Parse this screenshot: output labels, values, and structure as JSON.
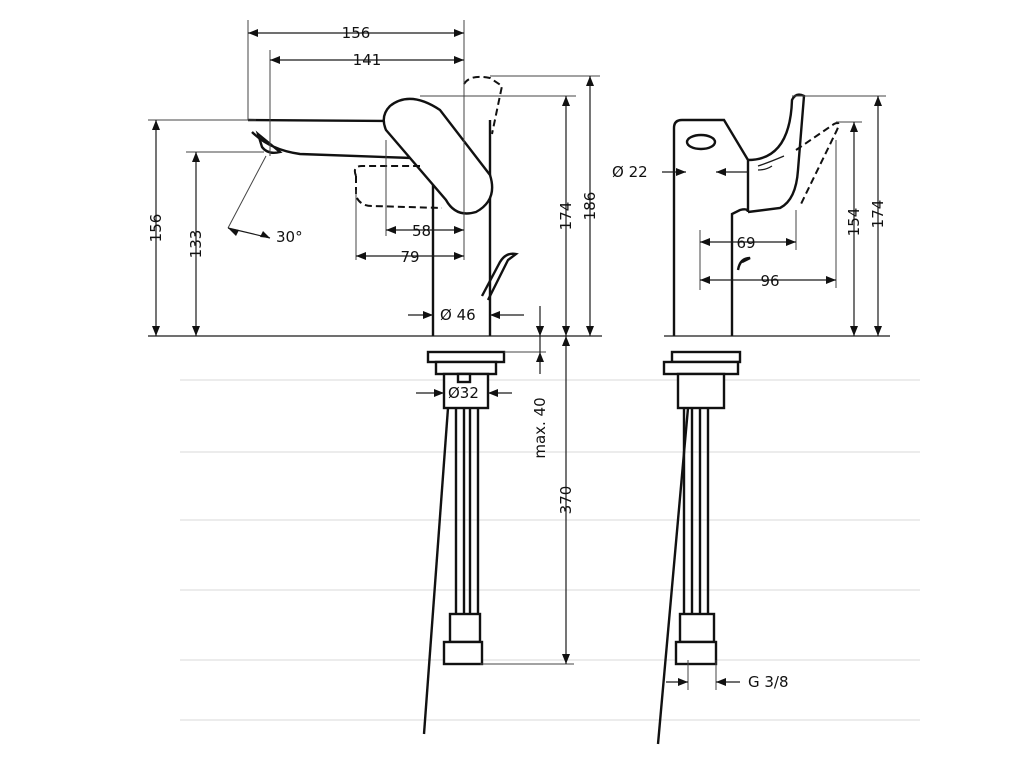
{
  "side_view": {
    "total_length": "156",
    "spout_length": "141",
    "base_height": "156",
    "outlet_height": "133",
    "spray_angle": "30°",
    "lever_reach": "58",
    "lever_reach_open": "79",
    "body_diameter": "Ø 46",
    "height_174": "174",
    "height_186": "186",
    "hole_diameter": "Ø32",
    "max_thickness": "max. 40",
    "hose_length": "370"
  },
  "front_view": {
    "aerator_diameter": "Ø 22",
    "lever_depth": "69",
    "lever_depth_open": "96",
    "height_154": "154",
    "height_174": "174",
    "connection_thread": "G 3/8"
  }
}
